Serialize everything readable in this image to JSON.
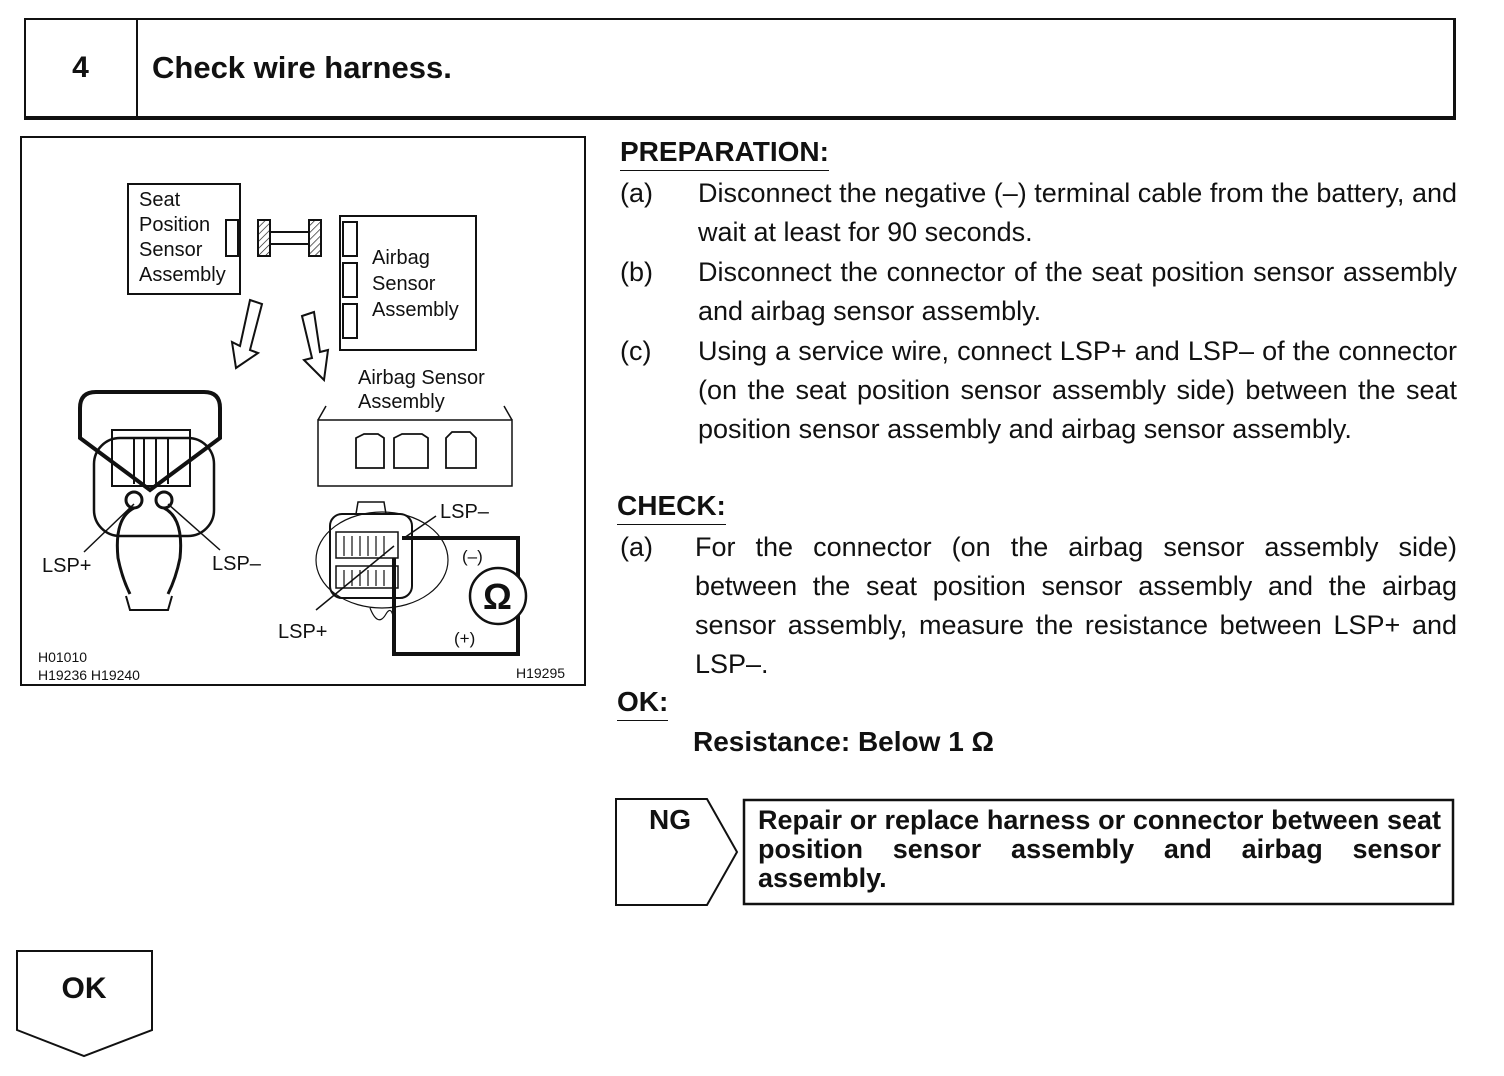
{
  "step": {
    "number": "4",
    "title": "Check wire harness."
  },
  "figure": {
    "labels": {
      "seat_position_sensor_assembly": [
        "Seat",
        "Position",
        "Sensor",
        "Assembly"
      ],
      "airbag_sensor_assembly_top": [
        "Airbag",
        "Sensor",
        "Assembly"
      ],
      "airbag_sensor_assembly_right": [
        "Airbag Sensor",
        "Assembly"
      ],
      "lsp_plus_left": "LSP+",
      "lsp_minus_left": "LSP–",
      "lsp_minus_right": "LSP–",
      "lsp_plus_right": "LSP+",
      "meter_symbol": "Ω",
      "meter_negative": "(–)",
      "meter_positive": "(+)"
    },
    "codes": {
      "left_1": "H01010",
      "left_2": "H19236 H19240",
      "right": "H19295"
    }
  },
  "preparation": {
    "heading": "PREPARATION:",
    "items": [
      {
        "label": "(a)",
        "text": "Disconnect the negative (–) terminal cable from the battery, and wait at least for 90 seconds."
      },
      {
        "label": "(b)",
        "text": "Disconnect the connector of the seat position sensor assembly and airbag sensor assembly."
      },
      {
        "label": "(c)",
        "text": "Using a service wire, connect LSP+ and LSP– of the connector (on the seat position sensor assembly side) between the seat position sensor assembly and airbag sensor assembly."
      }
    ]
  },
  "check": {
    "heading": "CHECK:",
    "items": [
      {
        "label": "(a)",
        "text": "For the connector (on the airbag sensor assembly side) between the seat position sensor assembly and the airbag sensor assembly, measure the resistance between LSP+ and LSP–."
      }
    ]
  },
  "ok_spec": {
    "heading": "OK:",
    "spec": "Resistance: Below 1 Ω"
  },
  "ng_result": {
    "label": "NG",
    "action": "Repair or replace harness or connector between seat position sensor assembly and airbag sensor assembly."
  },
  "ok_result": {
    "label": "OK"
  }
}
